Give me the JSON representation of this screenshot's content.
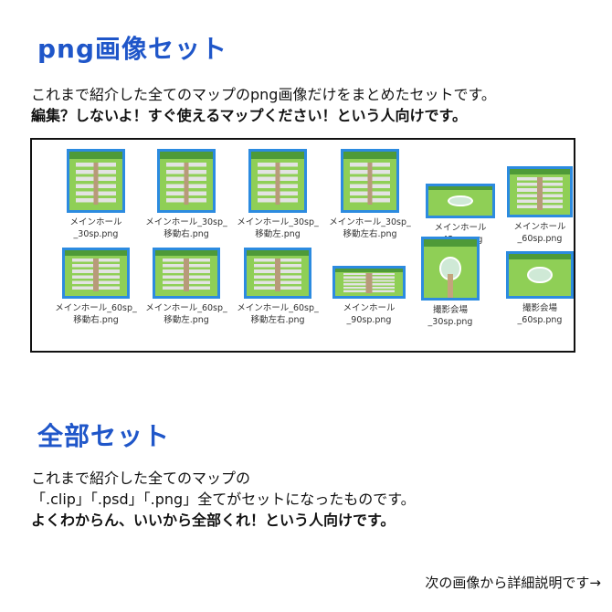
{
  "section1": {
    "title": "png画像セット",
    "line1": "これまで紹介した全てのマップのpng画像だけをまとめたセットです。",
    "line2": "編集？しないよ！すぐ使えるマップください！という人向けです。"
  },
  "files": [
    {
      "line1": "メインホール",
      "line2": "_30sp.png"
    },
    {
      "line1": "メインホール_30sp_",
      "line2": "移動右.png"
    },
    {
      "line1": "メインホール_30sp_",
      "line2": "移動左.png"
    },
    {
      "line1": "メインホール_30sp_",
      "line2": "移動左右.png"
    },
    {
      "line1": "メインホール",
      "line2": "_42sp.png"
    },
    {
      "line1": "メインホール",
      "line2": "_60sp.png"
    },
    {
      "line1": "メインホール_60sp_",
      "line2": "移動右.png"
    },
    {
      "line1": "メインホール_60sp_",
      "line2": "移動左.png"
    },
    {
      "line1": "メインホール_60sp_",
      "line2": "移動左右.png"
    },
    {
      "line1": "メインホール",
      "line2": "_90sp.png"
    },
    {
      "line1": "撮影会場",
      "line2": "_30sp.png"
    },
    {
      "line1": "撮影会場",
      "line2": "_60sp.png"
    }
  ],
  "section2": {
    "title": "全部セット",
    "line1": "これまで紹介した全てのマップの",
    "line2": "「.clip」「.psd」「.png」全てがセットになったものです。",
    "line3": "よくわからん、いいから全部くれ！という人向けです。"
  },
  "footer": {
    "next_text": "次の画像から詳細説明です→"
  }
}
